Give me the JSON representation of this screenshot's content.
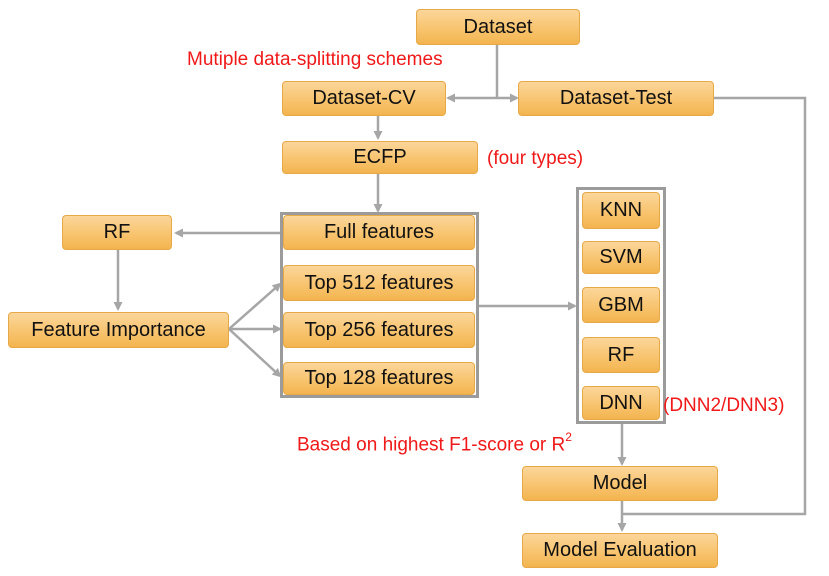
{
  "nodes": {
    "dataset": "Dataset",
    "dataset_cv": "Dataset-CV",
    "dataset_test": "Dataset-Test",
    "ecfp": "ECFP",
    "full_features": "Full features",
    "top512": "Top 512 features",
    "top256": "Top 256 features",
    "top128": "Top 128 features",
    "rf_selector": "RF",
    "feature_importance": "Feature Importance",
    "knn": "KNN",
    "svm": "SVM",
    "gbm": "GBM",
    "rf_model": "RF",
    "dnn": "DNN",
    "model": "Model",
    "model_evaluation": "Model Evaluation"
  },
  "notes": {
    "splitting": "Mutiple data-splitting schemes",
    "four_types": "(four types)",
    "dnn_variants": "(DNN2/DNN3)",
    "selection_prefix": "Based on highest F1-score or R",
    "selection_sup": "2"
  },
  "colors": {
    "node_fill": "#f8c46f",
    "connector": "#a6a6a6",
    "group_border": "#9b9b9b",
    "note_text": "#f01818"
  }
}
